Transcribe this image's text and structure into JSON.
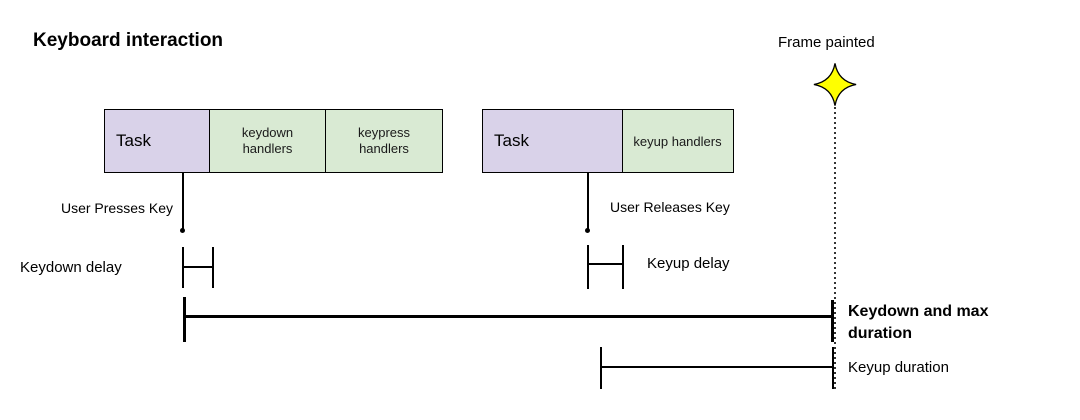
{
  "title": "Keyboard interaction",
  "frame_painted": {
    "label": "Frame painted",
    "star_color": "#FFFF00"
  },
  "colors": {
    "task_fill": "#D9D2E9",
    "handler_fill": "#D9EAD3",
    "line": "#000000"
  },
  "blocks": [
    {
      "name": "keydown-task",
      "segments": [
        {
          "label": "Task"
        },
        {
          "label": "keydown handlers"
        },
        {
          "label": "keypress handlers"
        }
      ]
    },
    {
      "name": "keyup-task",
      "segments": [
        {
          "label": "Task"
        },
        {
          "label": "keyup handlers"
        }
      ]
    }
  ],
  "events": [
    {
      "label": "User Presses Key"
    },
    {
      "label": "User Releases Key"
    }
  ],
  "measurements": {
    "keydown_delay": "Keydown delay",
    "keyup_delay": "Keyup delay",
    "keydown_max_duration": "Keydown and max duration",
    "keyup_duration": "Keyup duration"
  }
}
